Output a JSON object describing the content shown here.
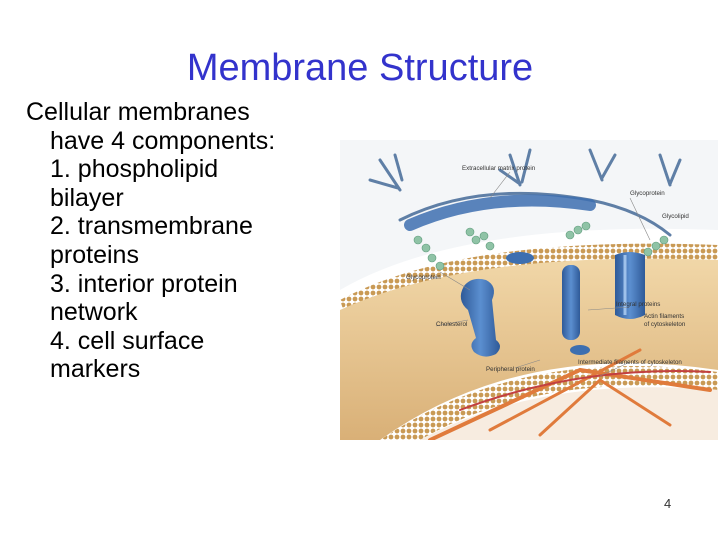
{
  "slide": {
    "title": "Membrane Structure",
    "intro_line1": "Cellular membranes",
    "intro_line2": "have 4 components:",
    "items": [
      {
        "line1": "1. phospholipid",
        "line2": "bilayer"
      },
      {
        "line1": "2. transmembrane",
        "line2": "proteins"
      },
      {
        "line1": "3. interior protein",
        "line2": "network"
      },
      {
        "line1": "4. cell surface",
        "line2": "markers"
      }
    ],
    "page_number": "4"
  },
  "figure": {
    "labels": {
      "extracellular_matrix_protein": "Extracellular matrix protein",
      "glycoprotein": "Glycoprotein",
      "glycolipid": "Glycolipid",
      "carbohydrate": "Glycoprotein",
      "cholesterol": "Cholesterol",
      "integral_proteins": "Integral proteins",
      "actin_filaments": "Actin filaments",
      "cytoskeleton": "of cytoskeleton",
      "peripheral_protein": "Peripheral protein",
      "intermediate_filaments": "Intermediate filaments of cytoskeleton"
    },
    "colors": {
      "bilayer": "#e6c58f",
      "heads": "#c99a55",
      "protein": "#3d6fb0",
      "carbohydrate": "#8fc3a6",
      "filament": "#e07b3c",
      "cytoskeleton_red": "#c24040",
      "background": "#f7ece0"
    }
  }
}
